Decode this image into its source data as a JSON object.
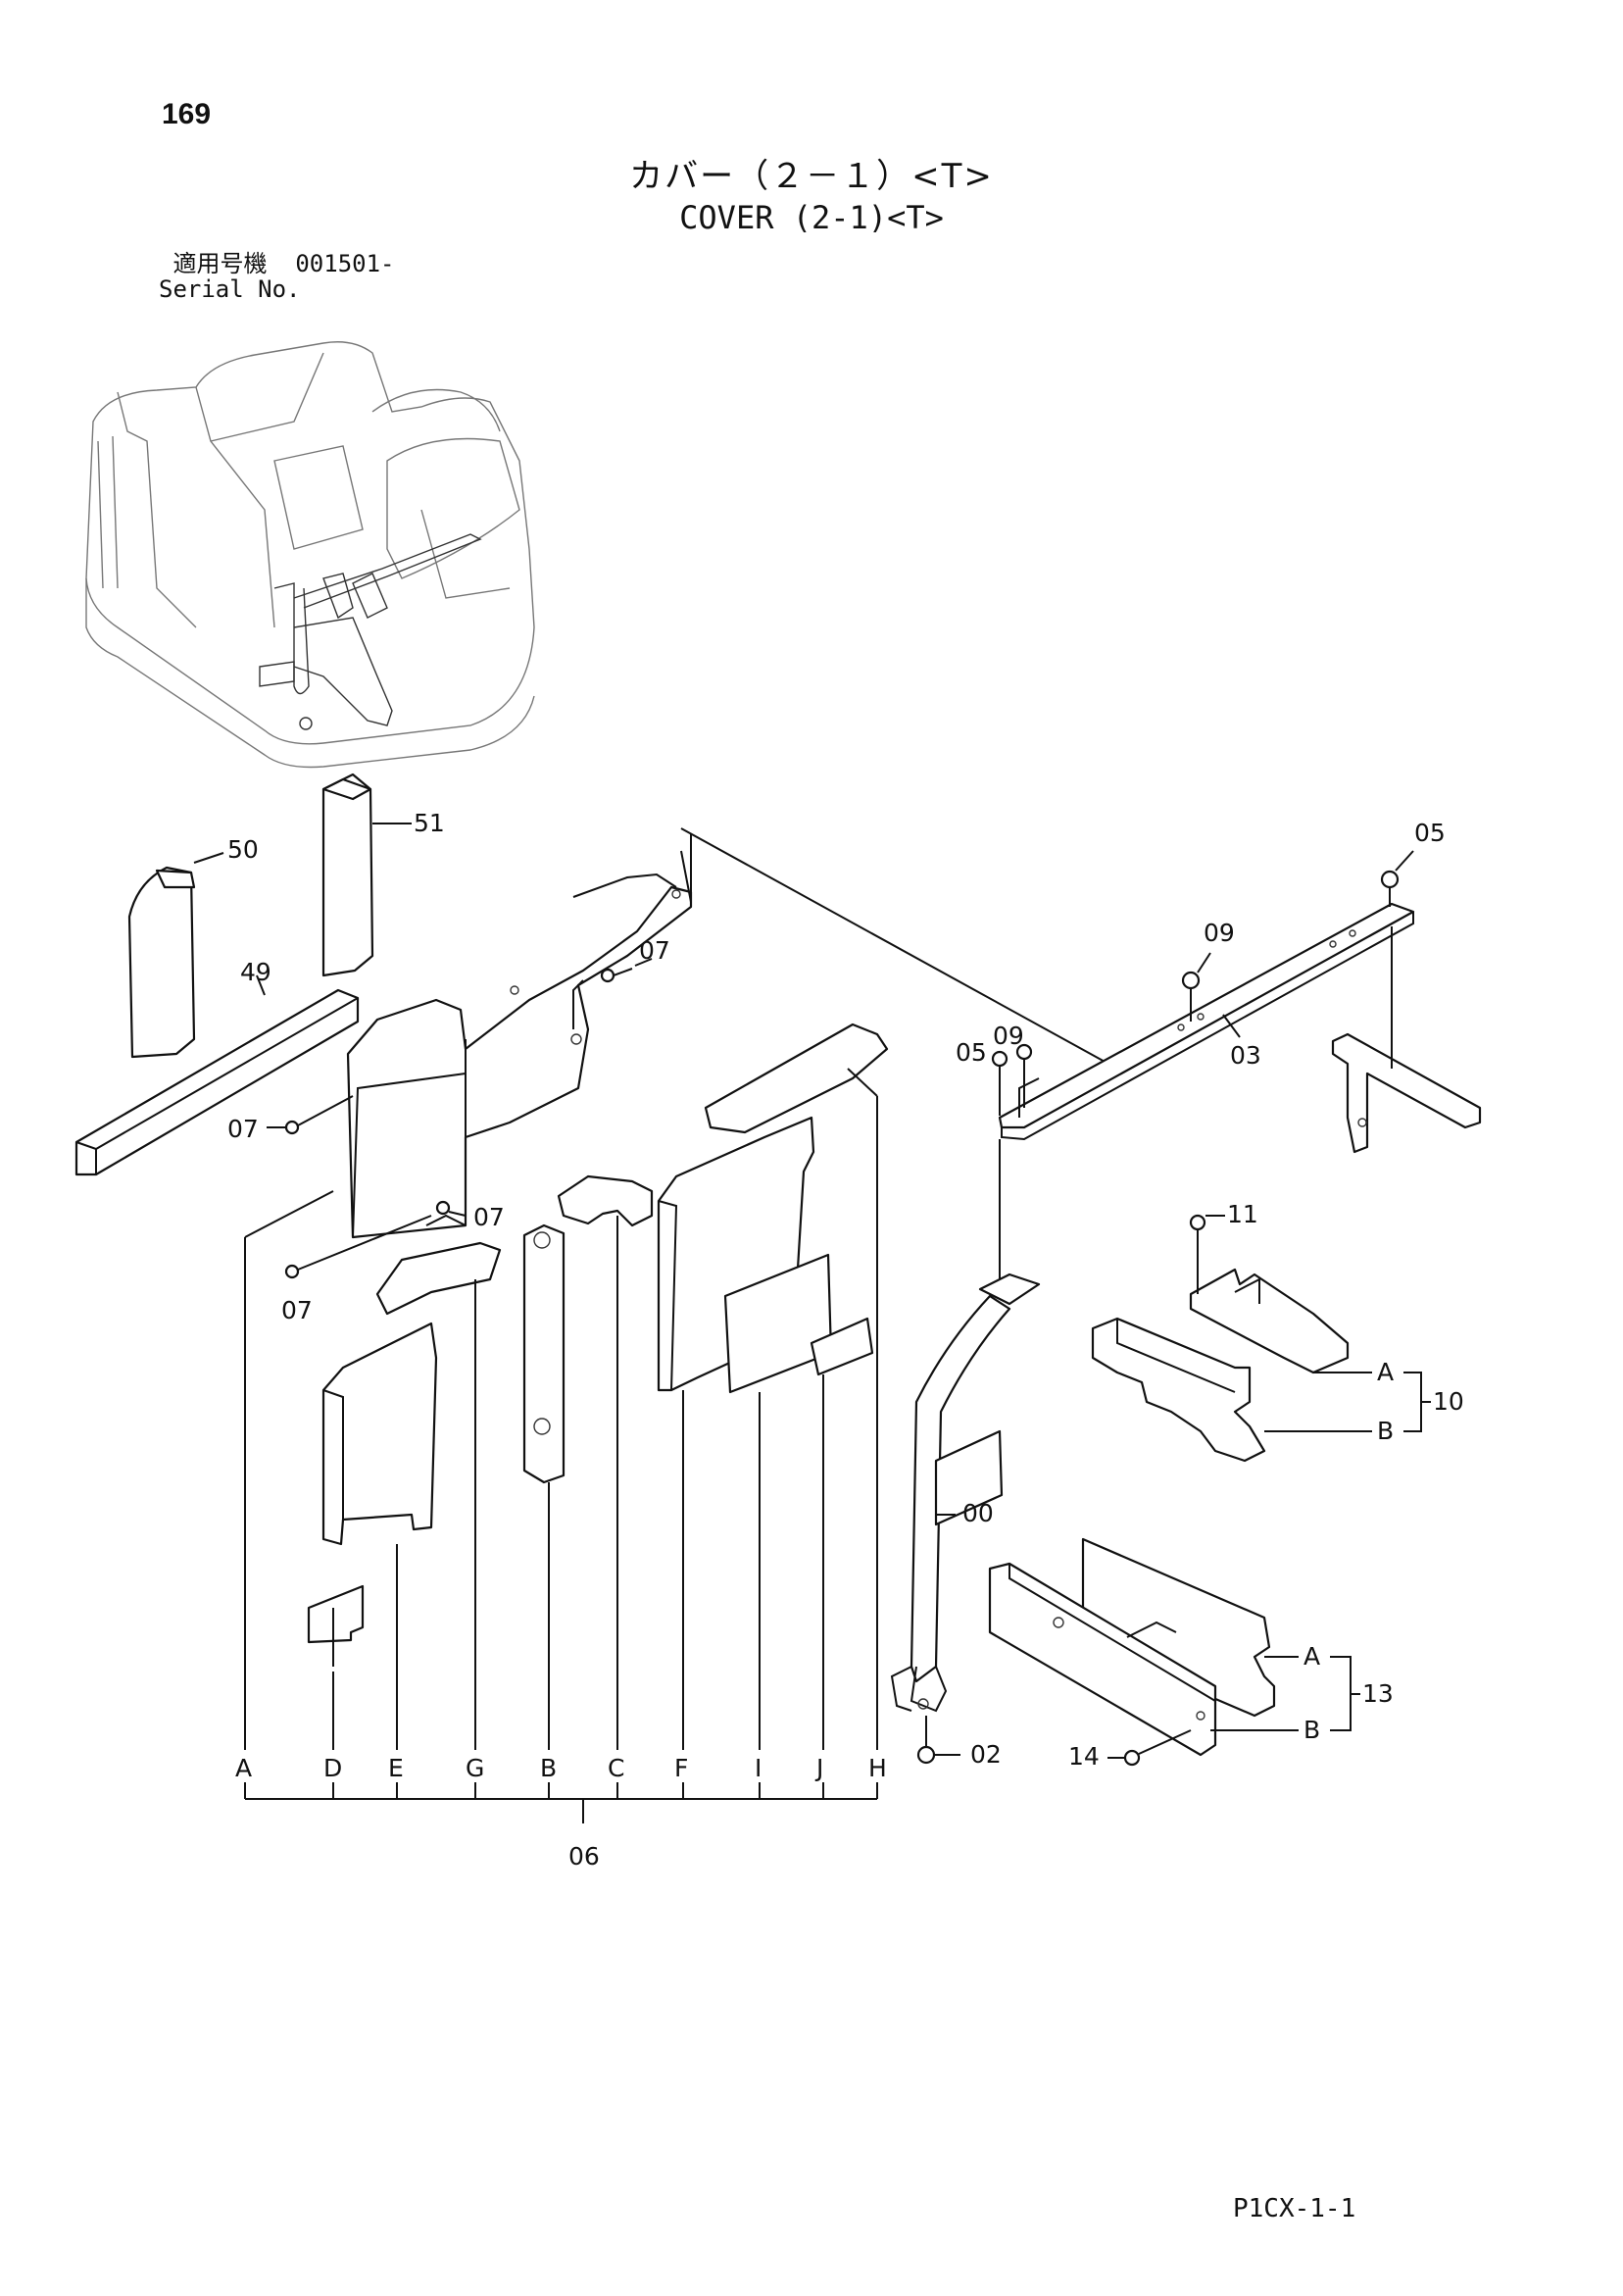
{
  "header": {
    "page_number": "169",
    "title_jp": "カバー（２－１）<T>",
    "title_en": "COVER (2-1)<T>",
    "serial_label_jp": "適用号機",
    "serial_value": "001501-",
    "serial_label_en": "Serial No."
  },
  "callouts": {
    "p50": "50",
    "p51": "51",
    "p49": "49",
    "p07a": "07",
    "p07b": "07",
    "p07c": "07",
    "p07d": "07",
    "p05a": "05",
    "p05b": "05",
    "p09a": "09",
    "p09b": "09",
    "p03": "03",
    "p11": "11",
    "p10": "10",
    "p00": "00",
    "p13": "13",
    "p02": "02",
    "p14": "14",
    "p06": "06"
  },
  "sub_letters": {
    "A": "A",
    "D": "D",
    "E": "E",
    "G": "G",
    "B": "B",
    "C": "C",
    "F": "F",
    "I": "I",
    "J": "J",
    "H": "H",
    "A10": "A",
    "B10": "B",
    "A13": "A",
    "B13": "B"
  },
  "footer": {
    "code": "P1CX-1-1"
  }
}
